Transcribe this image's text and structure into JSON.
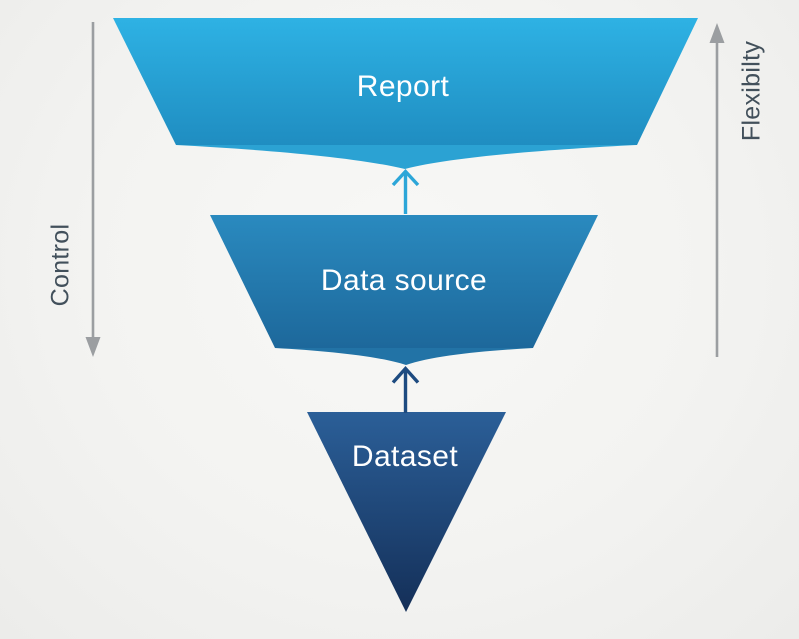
{
  "diagram": {
    "background": "#f3f3f1",
    "levels": [
      {
        "id": "report",
        "label": "Report",
        "color_top": "#2eb2e4",
        "color_bottom": "#1f8dc1",
        "color_fold": "#2ba2d3"
      },
      {
        "id": "data-source",
        "label": "Data source",
        "color_top": "#2a8abf",
        "color_bottom": "#1d689b",
        "color_fold": "#2273a6"
      },
      {
        "id": "dataset",
        "label": "Dataset",
        "color_top": "#2b5f98",
        "color_bottom": "#142f58"
      }
    ],
    "level_label_color": "#ffffff",
    "connector_arrows": [
      {
        "id": "dataset-to-datasource",
        "direction": "up",
        "color": "#1d4b80"
      },
      {
        "id": "datasource-to-report",
        "direction": "up",
        "color": "#2ca6d8"
      }
    ],
    "side_axes": {
      "left": {
        "label": "Control",
        "arrow_direction": "down"
      },
      "right": {
        "label": "Flexibilty",
        "arrow_direction": "up"
      },
      "arrow_color": "#9b9ea1",
      "label_color": "#42505b"
    }
  }
}
